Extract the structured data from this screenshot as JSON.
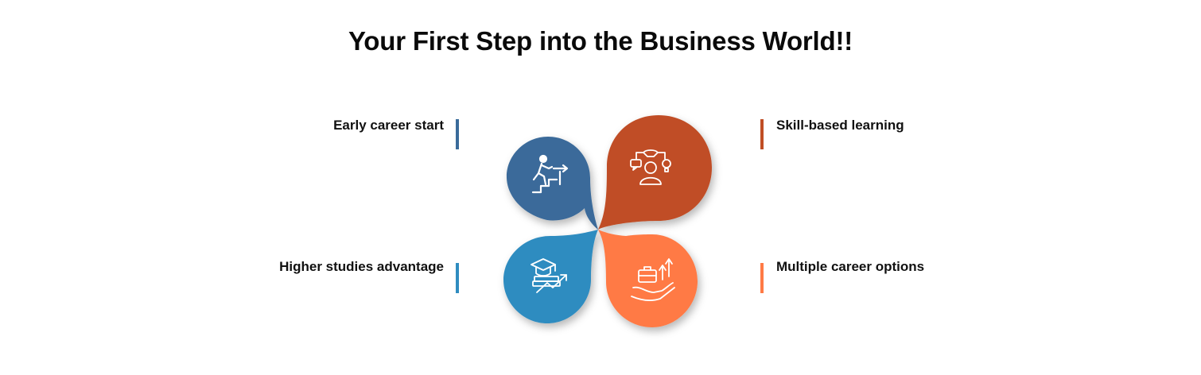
{
  "title": "Your First Step into the Business World!!",
  "items": [
    {
      "label": "Early career start",
      "color": "#3a6b9a",
      "icon": "climbing-stairs-icon"
    },
    {
      "label": "Skill-based learning",
      "color": "#c04e25",
      "icon": "skills-person-icon"
    },
    {
      "label": "Higher studies advantage",
      "color": "#2f8cc0",
      "icon": "graduation-growth-icon"
    },
    {
      "label": "Multiple career options",
      "color": "#ff7a45",
      "icon": "career-options-icon"
    }
  ]
}
